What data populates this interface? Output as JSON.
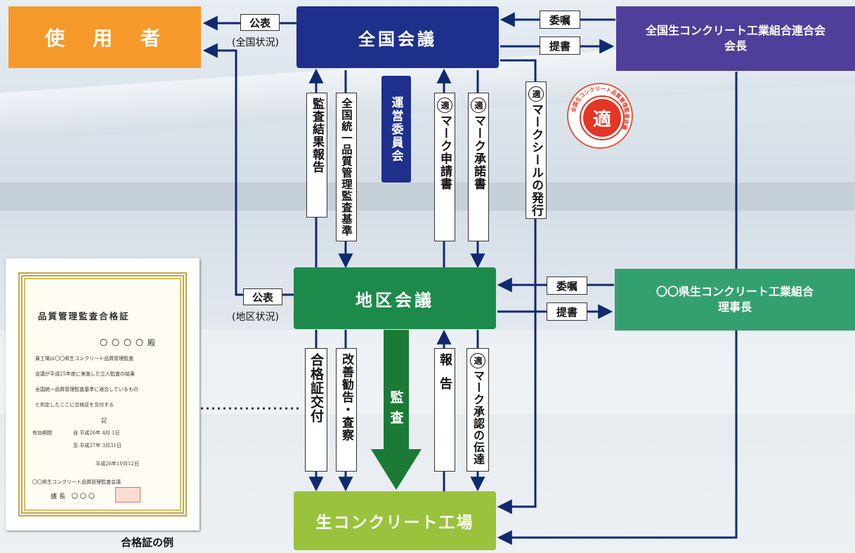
{
  "nodes": {
    "users": "使　用　者",
    "national_council": "全国会議",
    "federation_chair_line1": "全国生コンクリート工業組合連合会",
    "federation_chair_line2": "会長",
    "management_committee": "運営委員会",
    "regional_council": "地区会議",
    "prefecture_chair_line1": "〇〇県生コンクリート工業組合",
    "prefecture_chair_line2": "理事長",
    "plant": "生コンクリート工場"
  },
  "labels": {
    "publish_national": "公表",
    "publish_national_note": "(全国状況)",
    "publish_regional": "公表",
    "publish_regional_note": "(地区状況)",
    "commission_top": "委嘱",
    "recommend_top": "提書",
    "commission_mid": "委嘱",
    "recommend_mid": "提書",
    "audit_report": "監査結果報告",
    "unified_standard": "全国統一品質管理監査基準",
    "mark_application": "マーク申請書",
    "mark_consent": "マーク承諾書",
    "mark_seal": "マークシールの発行",
    "certificate_issue": "合格証交付",
    "improvement": "改善勧告・査察",
    "audit": "監査",
    "report": "報告",
    "mark_approval": "マーク承認の伝達",
    "mark_symbol": "適",
    "certificate_caption": "合格証の例"
  },
  "certificate": {
    "title": "品質管理監査合格証",
    "recipient": "〇〇〇〇殿",
    "body_line1": "貴工場は〇〇県生コンクリート品質管理監査",
    "body_line2": "会議が平成25年度に実施した立入監査の結果",
    "body_line3": "全国統一品質管理監査基準に適合しているもの",
    "body_line4": "と判定したここに合格証を交付する",
    "ki": "記",
    "valid_label": "有効期間",
    "valid_from": "自 平成26年 4月 1日",
    "valid_to": "至 平成27年 3月31日",
    "issue_date": "平成26年10月12日",
    "issuer": "〇〇県生コンクリート品質管理監査会議",
    "chair": "議長 〇〇〇"
  },
  "stamp": {
    "symbol": "適",
    "ring_text": "全国生コンクリート品質管理監査会議"
  },
  "colors": {
    "users": "#f59a2a",
    "national": "#1e2f8c",
    "federation": "#4f3f9a",
    "regional": "#1c8a4a",
    "prefecture": "#34a070",
    "plant": "#9ac23c",
    "arrow": "#0f2a6e",
    "audit_arrow": "#1a7a36"
  }
}
